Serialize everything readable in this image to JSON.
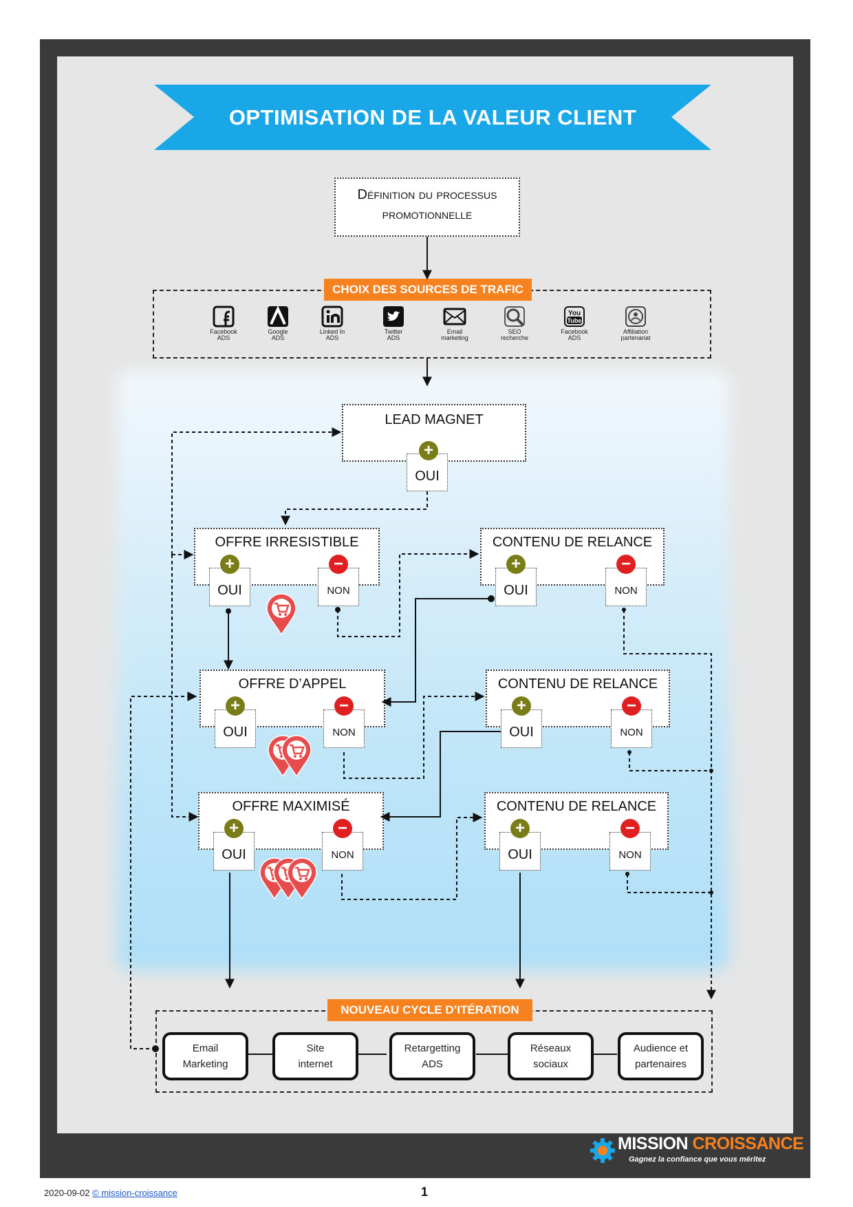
{
  "title": "OPTIMISATION DE LA VALEUR CLIENT",
  "definition": {
    "line1": "Définition du processus",
    "line2": "promotionnelle"
  },
  "sources": {
    "label": "CHOIX DES SOURCES DE TRAFIC",
    "items": [
      {
        "icon": "facebook-icon",
        "label": "Facebook\nADS"
      },
      {
        "icon": "google-ads-icon",
        "label": "Google\nADS"
      },
      {
        "icon": "linkedin-icon",
        "label": "Linked In\nADS"
      },
      {
        "icon": "twitter-icon",
        "label": "Twitter\nADS"
      },
      {
        "icon": "email-icon",
        "label": "Email\nmarketing"
      },
      {
        "icon": "seo-icon",
        "label": "SEO\nrecherche"
      },
      {
        "icon": "youtube-icon",
        "label": "Facebook\nADS"
      },
      {
        "icon": "affiliation-icon",
        "label": "Affiliation\npartenariat"
      }
    ]
  },
  "lead_magnet": {
    "title": "LEAD MAGNET",
    "yes": "OUI"
  },
  "offers": [
    {
      "title": "OFFRE IRRESISTIBLE",
      "yes": "OUI",
      "no": "NON",
      "carts": 1
    },
    {
      "title": "OFFRE D’APPEL",
      "yes": "OUI",
      "no": "NON",
      "carts": 2
    },
    {
      "title": "OFFRE MAXIMISÉ",
      "yes": "OUI",
      "no": "NON",
      "carts": 3
    }
  ],
  "relances": [
    {
      "title": "CONTENU DE RELANCE",
      "yes": "OUI",
      "no": "NON"
    },
    {
      "title": "CONTENU DE RELANCE",
      "yes": "OUI",
      "no": "NON"
    },
    {
      "title": "CONTENU DE RELANCE",
      "yes": "OUI",
      "no": "NON"
    }
  ],
  "cycle": {
    "label": "NOUVEAU CYCLE D’ITÉRATION",
    "items": [
      "Email\nMarketing",
      "Site\ninternet",
      "Retargetting\nADS",
      "Réseaux\nsociaux",
      "Audience et\npartenaires"
    ]
  },
  "brand": {
    "mission": "MISSION",
    "croissance": "CROISSANCE",
    "tagline": "Gagnez la confiance que vous méritez"
  },
  "footer": {
    "date": "2020-09-02",
    "link": "© mission-croissance",
    "page": "1"
  },
  "colors": {
    "banner": "#1aa7e8",
    "orange": "#f5821f",
    "plus": "#7a7d17",
    "minus": "#e02020",
    "cart": "#e84b4b"
  }
}
